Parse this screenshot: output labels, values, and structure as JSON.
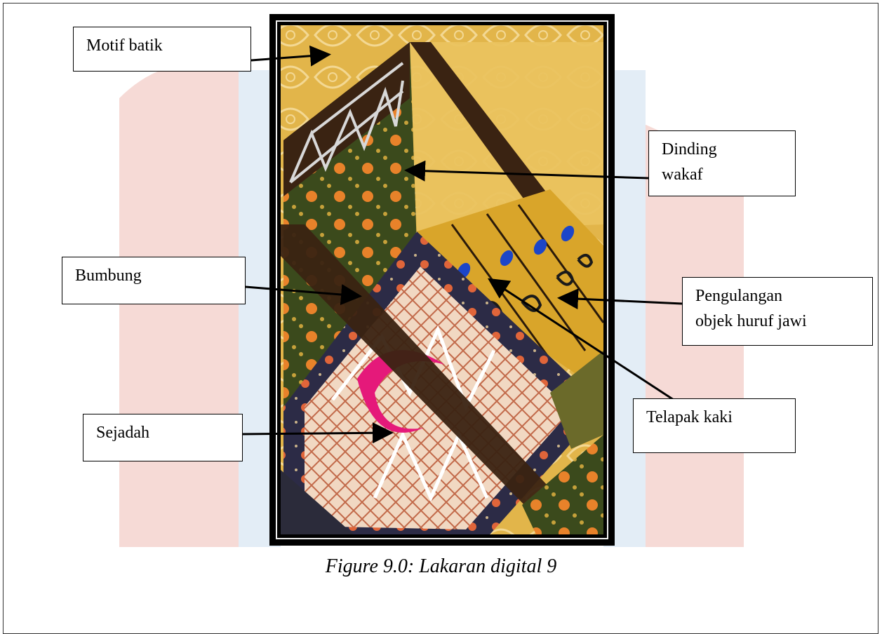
{
  "labels": {
    "motif_batik": "Motif batik",
    "dinding_wakaf": "Dinding\nwakaf",
    "bumbung": "Bumbung",
    "pengulangan": "Pengulangan\nobjek huruf jawi",
    "telapak_kaki": "Telapak kaki",
    "sejadah": "Sejadah"
  },
  "caption": "Figure 9.0: Lakaran digital 9",
  "colors": {
    "frame_black": "#000000",
    "gold": "#d9a52a",
    "light_gold": "#ecc86a",
    "dark_brown": "#3a2312",
    "navy_pattern": "#2b2a45",
    "magenta": "#e5197a",
    "jawi_blue": "#1c46c8",
    "watermark_red": "#f4d4d0",
    "watermark_blue": "#d7e6f3"
  }
}
